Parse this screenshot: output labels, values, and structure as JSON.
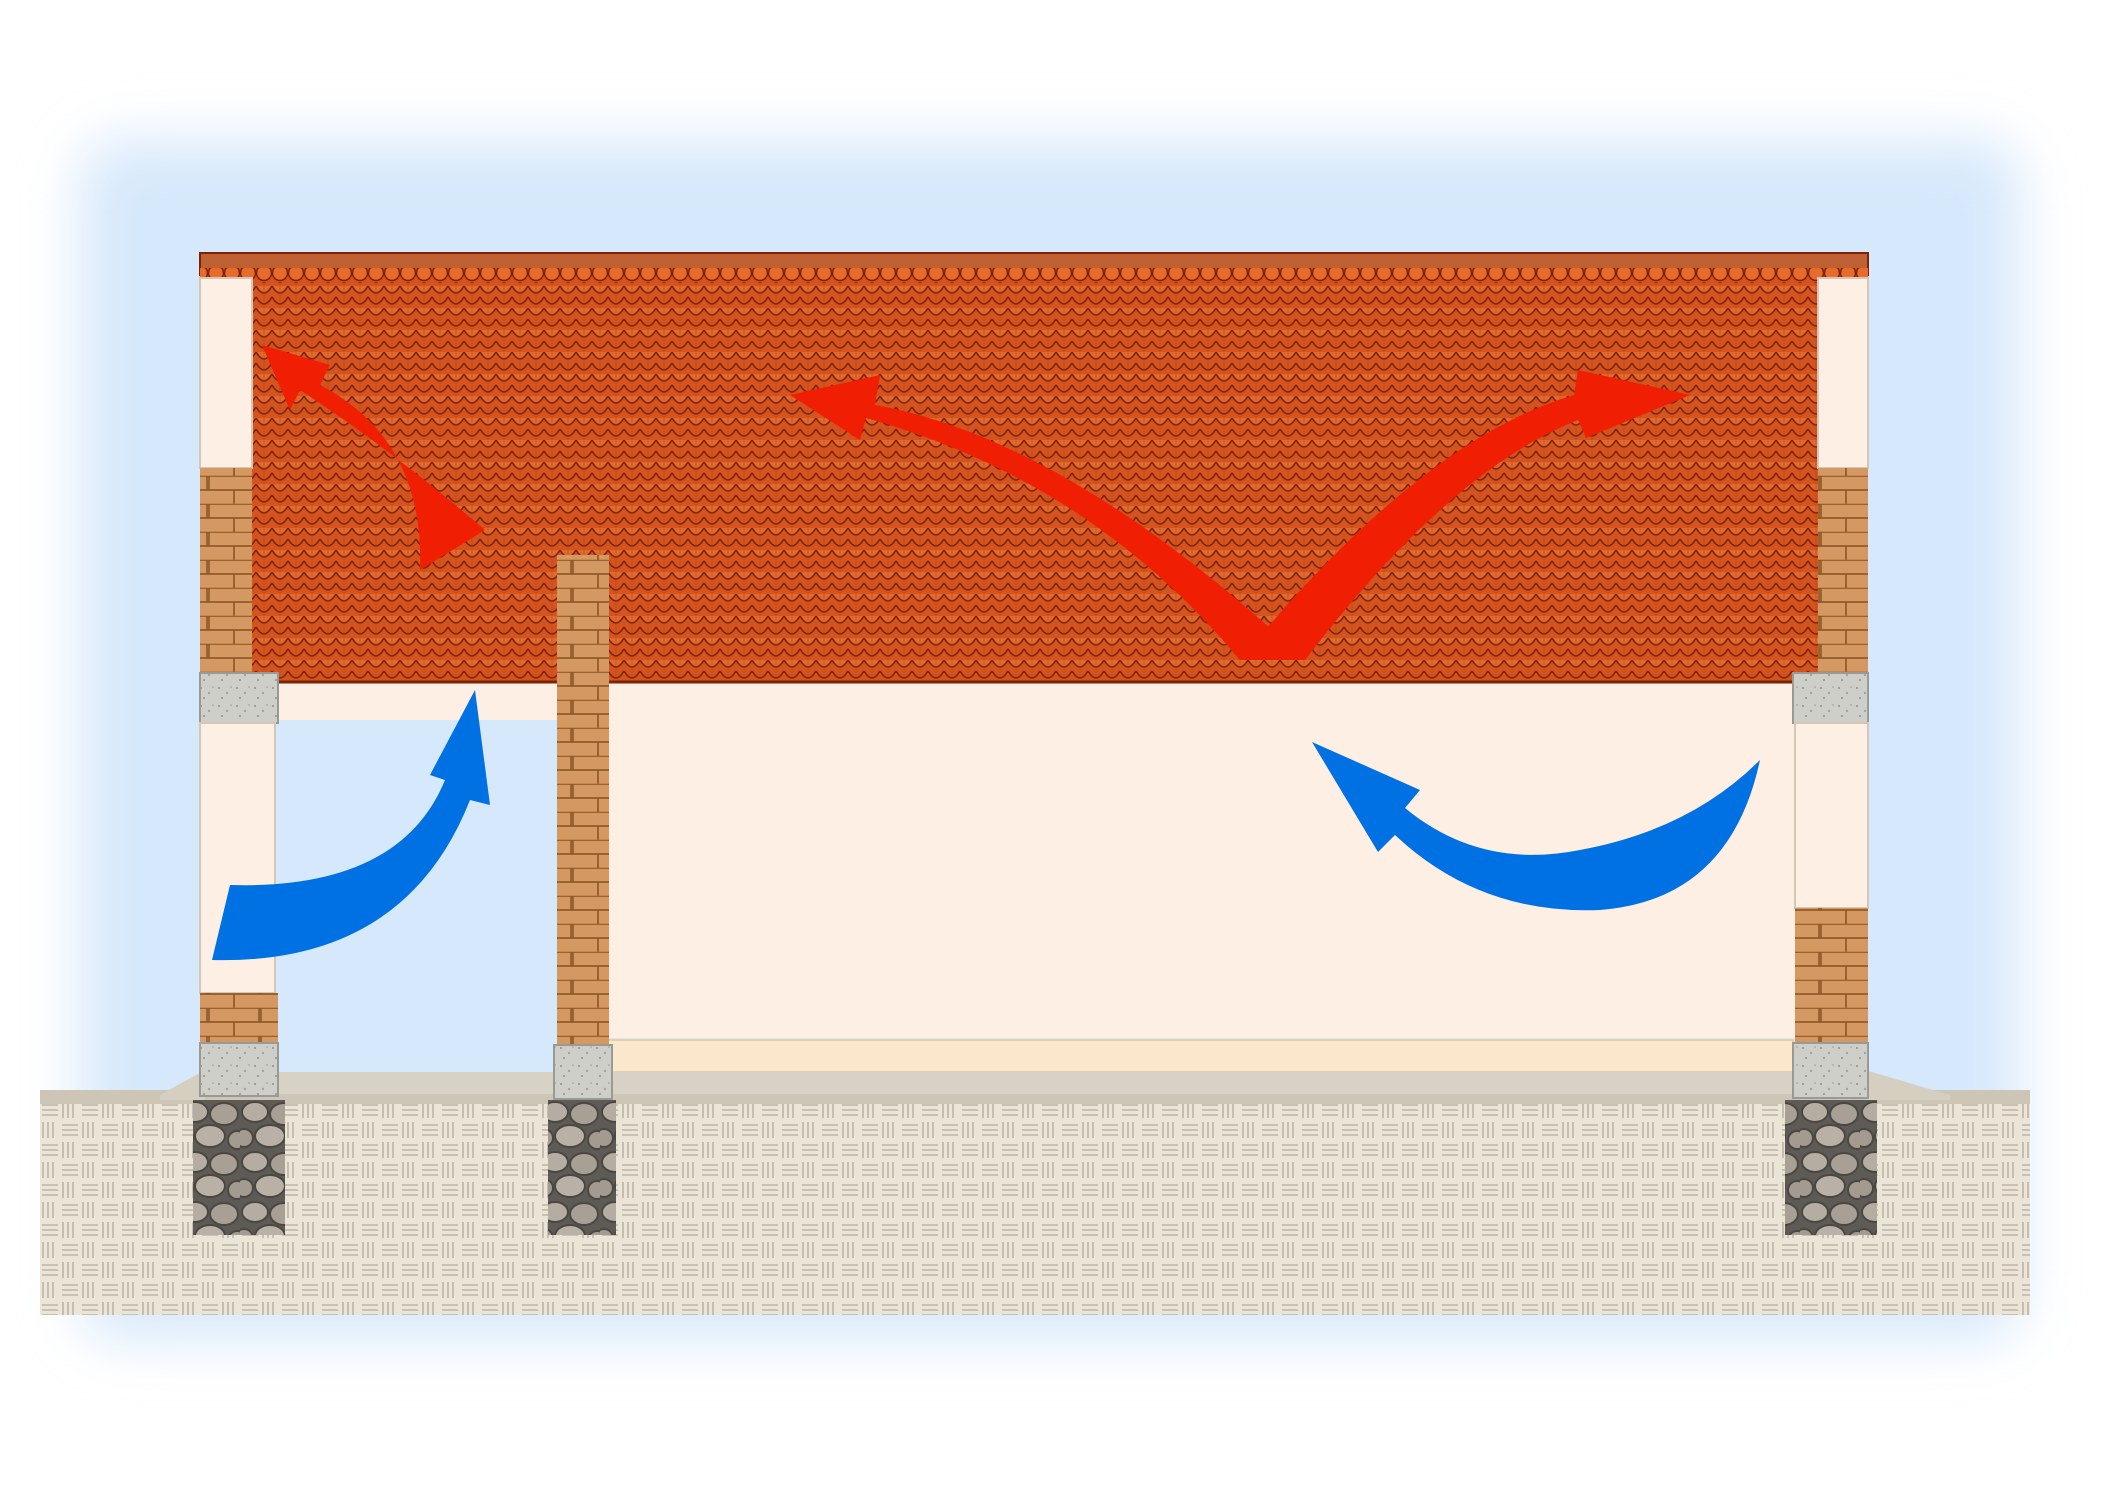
{
  "diagram": {
    "subject": "building-cross-section-ventilation",
    "labels": [],
    "colors": {
      "sky": "#d6e8fb",
      "roof_tile": "#d2501e",
      "roof_tile_dark": "#8c2a0a",
      "wall_plaster": "#fdefe4",
      "brick": "#c9874e",
      "concrete": "#c9c9c4",
      "stone_footing": "#8d8780",
      "ground": "#e9e3d6",
      "floor_screed": "#fbe7cc",
      "warm_air": "#f01e02",
      "cool_air": "#0071e3"
    },
    "airflows": [
      {
        "name": "warm-air-rising-left",
        "kind": "warm",
        "direction": "up-left"
      },
      {
        "name": "warm-air-rising-center-left",
        "kind": "warm",
        "direction": "up-left"
      },
      {
        "name": "warm-air-rising-center-right",
        "kind": "warm",
        "direction": "up-right"
      },
      {
        "name": "cool-air-entering-left",
        "kind": "cool",
        "direction": "up-right"
      },
      {
        "name": "cool-air-circulating-right",
        "kind": "cool",
        "direction": "up-left"
      }
    ]
  }
}
